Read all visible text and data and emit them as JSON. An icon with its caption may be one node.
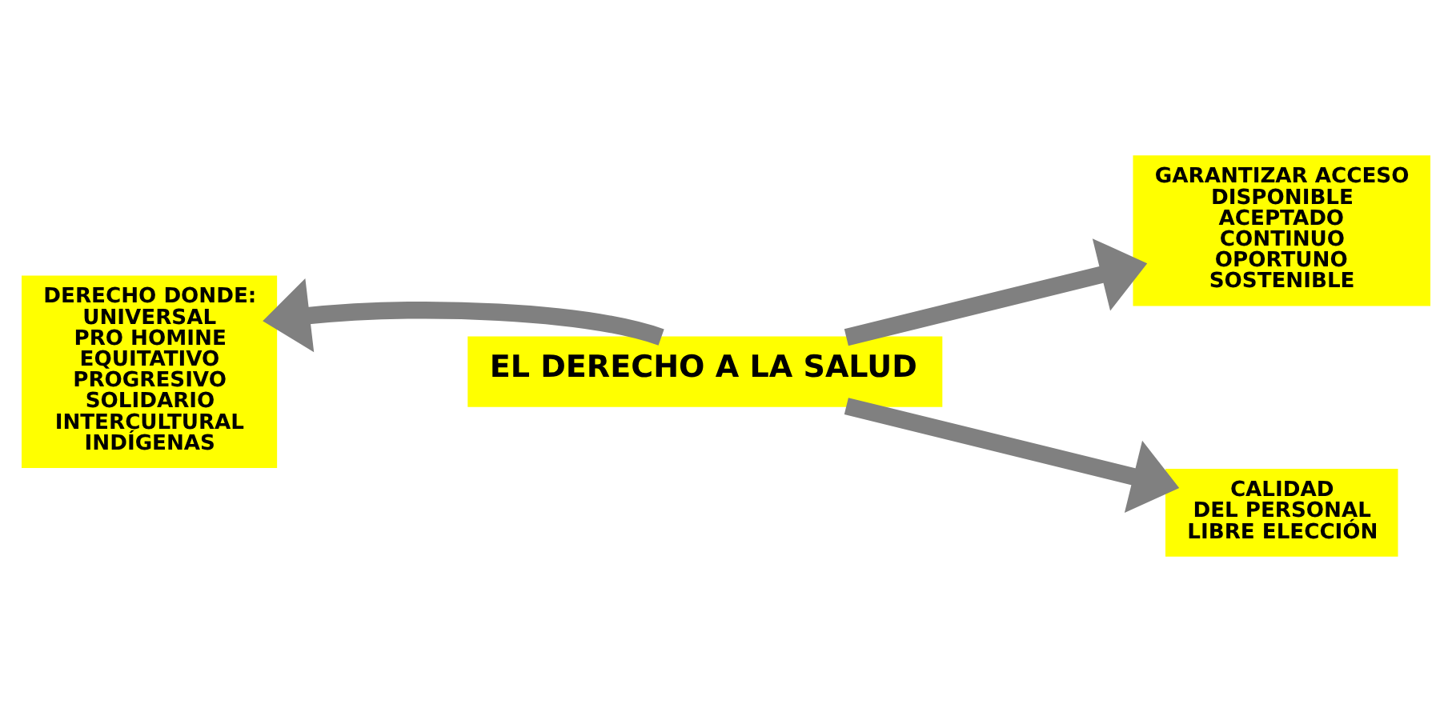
{
  "diagram": {
    "nodes": [
      {
        "text": [
          "EL DERECHO A LA SALUD"
        ]
      },
      {
        "text": [
          "DERECHO DONDE:",
          "UNIVERSAL",
          "PRO HOMINE",
          "EQUITATIVO",
          "PROGRESIVO",
          "SOLIDARIO",
          "INTERCULTURAL",
          "INDÍGENAS"
        ]
      },
      {
        "text": [
          "GARANTIZAR ACCESO",
          "DISPONIBLE",
          "ACEPTADO",
          "CONTINUO",
          "OPORTUNO",
          "SOSTENIBLE"
        ]
      },
      {
        "text": [
          "CALIDAD",
          "DEL PERSONAL",
          "LIBRE ELECCIÓN"
        ]
      }
    ],
    "edges": [
      {
        "from": 0,
        "to": 1,
        "arrow": "to"
      },
      {
        "from": 0,
        "to": 2,
        "arrow": "to"
      },
      {
        "from": 0,
        "to": 3,
        "arrow": "to"
      }
    ]
  }
}
